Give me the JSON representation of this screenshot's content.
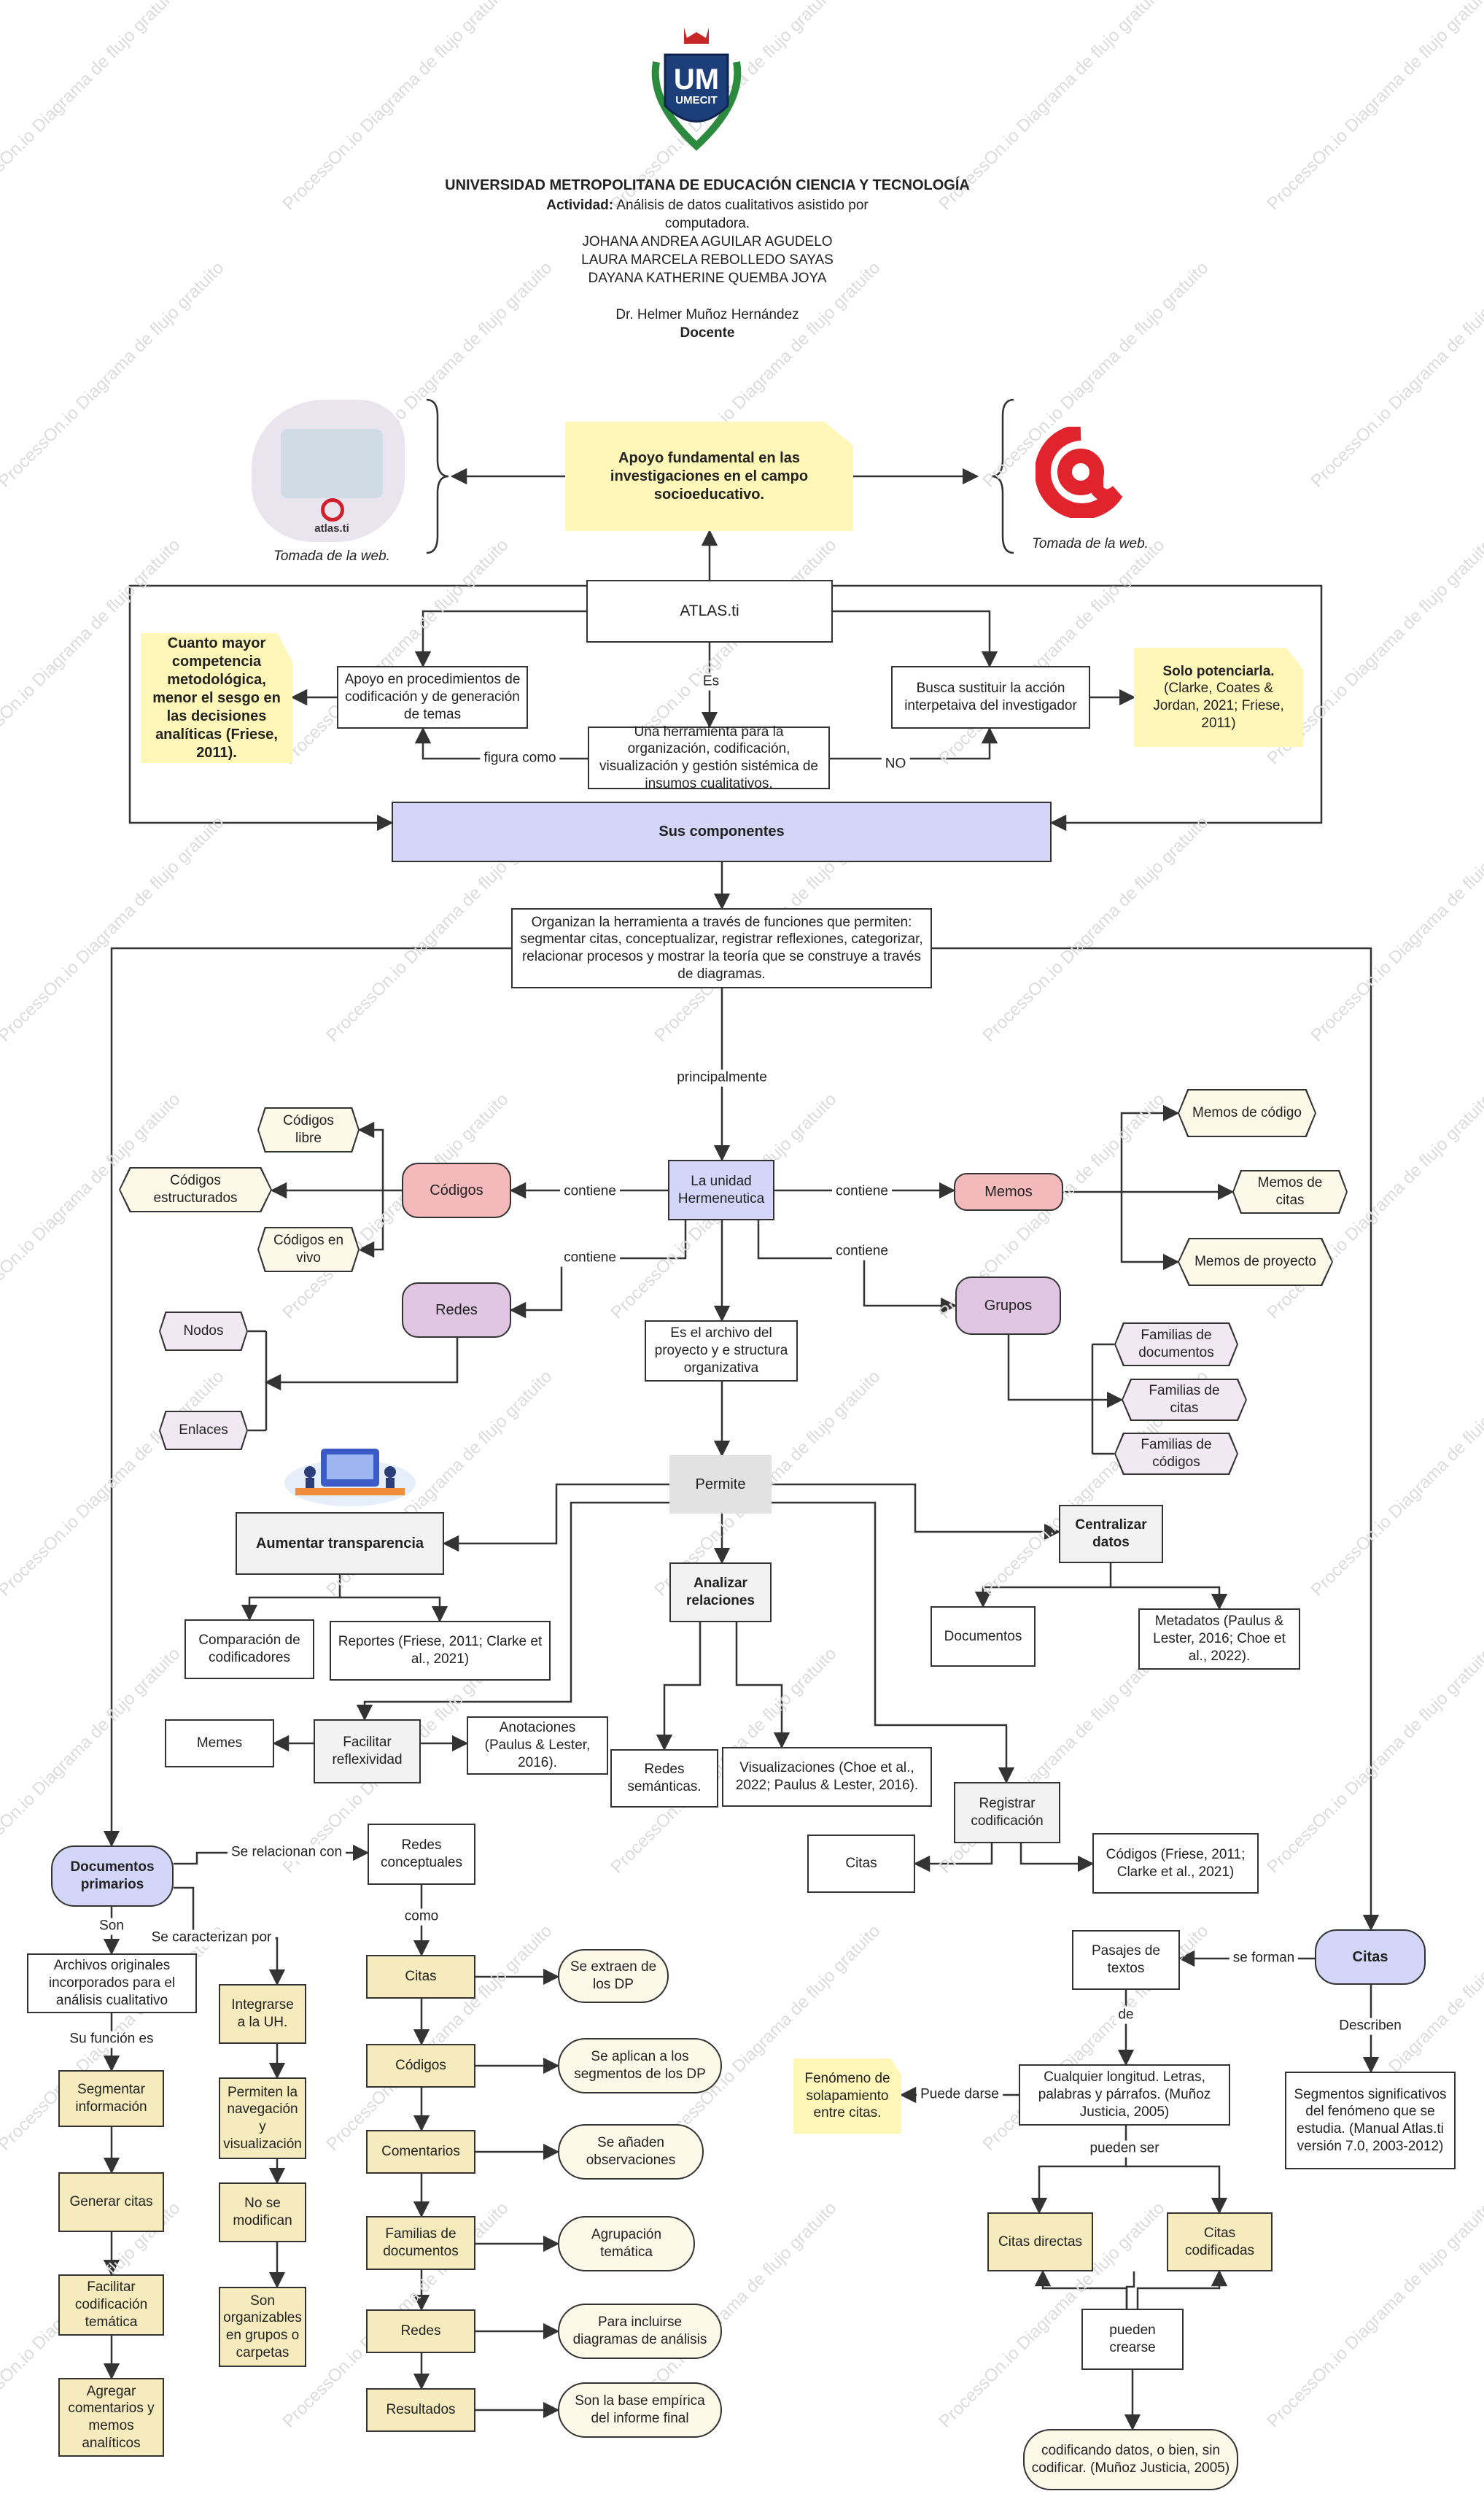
{
  "header": {
    "logo_text": "UMECIT",
    "university": "UNIVERSIDAD METROPOLITANA DE EDUCACIÓN CIENCIA Y TECNOLOGÍA",
    "activity_label": "Actividad:",
    "activity": "Análisis de datos cualitativos asistido por",
    "activity_2": "computadora.",
    "author_1": "JOHANA ANDREA AGUILAR AGUDELO",
    "author_2": "LAURA MARCELA REBOLLEDO SAYAS",
    "author_3": "DAYANA KATHERINE QUEMBA JOYA",
    "teacher": "Dr. Helmer Muñoz Hernández",
    "teacher_role": "Docente"
  },
  "images": {
    "left_caption": "Tomada de la web.",
    "right_caption": "Tomada de la web.",
    "left_logo_text": "atlas.ti"
  },
  "watermark": "ProcessOn.io Diagrama de flujo gratuito",
  "nodes": {
    "apoyo_fundamental": "Apoyo fundamental en las investigaciones en el campo socioeducativo.",
    "atlas": "ATLAS.ti",
    "apoyo_proc": "Apoyo en procedimientos de codificación y de generación de temas",
    "herramienta": "Una herramienta para la organización, codificación, visualización y gestión sistémica de insumos cualitativos.",
    "busca": "Busca sustituir la acción interpetaiva del investigador",
    "cuanto": "Cuanto mayor competencia metodológica, menor el sesgo en las decisiones analíticas (Friese, 2011).",
    "solo_bold": "Solo potenciarla.",
    "solo_cite": "(Clarke, Coates & Jordan, 2021; Friese, 2011)",
    "componentes": "Sus componentes",
    "organizan": "Organizan la herramienta a través de funciones que permiten: segmentar citas, conceptualizar, registrar reflexiones, categorizar, relacionar procesos y mostrar la teoría que se construye a través de diagramas.",
    "unidad": "La unidad Hermeneutica",
    "codigos": "Códigos",
    "memos": "Memos",
    "redes": "Redes",
    "grupos": "Grupos",
    "cod_libre": "Códigos libre",
    "cod_estruct": "Códigos estructurados",
    "cod_vivo": "Códigos en vivo",
    "memo_cod": "Memos de código",
    "memo_citas": "Memos de citas",
    "memo_proy": "Memos de proyecto",
    "nodos": "Nodos",
    "enlaces": "Enlaces",
    "fam_doc": "Familias de documentos",
    "fam_citas": "Familias de citas",
    "fam_cod": "Familias de códigos",
    "archivo": "Es el archivo del proyecto y e structura organizativa",
    "permite": "Permite",
    "aumentar": "Aumentar transparencia",
    "centralizar": "Centralizar datos",
    "analizar": "Analizar relaciones",
    "comparacion": "Comparación de codificadores",
    "reportes": "Reportes (Friese, 2011; Clarke et al., 2021)",
    "documentos_c": "Documentos",
    "metadatos": "Metadatos (Paulus & Lester, 2016; Choe et al., 2022).",
    "memes": "Memes",
    "facilitar_ref": "Facilitar reflexividad",
    "anotaciones": "Anotaciones (Paulus & Lester, 2016).",
    "redes_sem": "Redes semánticas.",
    "visualizaciones": "Visualizaciones (Choe et al., 2022; Paulus & Lester, 2016).",
    "registrar": "Registrar codificación",
    "citas_r": "Citas",
    "codigos_r": "Códigos (Friese, 2011; Clarke et al., 2021)",
    "docs_primarios": "Documentos primarios",
    "redes_conc": "Redes conceptuales",
    "archivos_orig": "Archivos originales incorporados para el análisis cualitativo",
    "segmentar": "Segmentar información",
    "generar": "Generar citas",
    "facilitar_cod": "Facilitar codificación temática",
    "agregar": "Agregar comentarios y memos analíticos",
    "integrarse": "Integrarse a la UH.",
    "permiten_nav": "Permiten la navegación y visualización",
    "no_modif": "No se modifican",
    "son_org": "Son organizables en grupos o carpetas",
    "rc_citas": "Citas",
    "rc_codigos": "Códigos",
    "rc_coment": "Comentarios",
    "rc_familias": "Familias de documentos",
    "rc_redes": "Redes",
    "rc_result": "Resultados",
    "d_extraen": "Se extraen de los DP",
    "d_aplican": "Se aplican a los segmentos de los DP",
    "d_anaden": "Se añaden observaciones",
    "d_agrup": "Agrupación temática",
    "d_incluirse": "Para incluirse diagramas de análisis",
    "d_base": "Son la base empírica del informe final",
    "citas_main": "Citas",
    "pasajes": "Pasajes de textos",
    "longitud": "Cualquier longitud. Letras, palabras y párrafos. (Muñoz Justicia, 2005)",
    "segmentos": "Segmentos significativos del fenómeno que se estudia. (Manual Atlas.ti versión 7.0, 2003-2012)",
    "fenomeno": "Fenómeno de solapamiento entre citas.",
    "citas_dir": "Citas directas",
    "citas_cod": "Citas codificadas",
    "pueden_crearse": "pueden crearse",
    "codificando": "codificando datos, o bien, sin codificar. (Muñoz Justicia, 2005)"
  },
  "labels": {
    "es": "Es",
    "figura": "figura como",
    "no": "NO",
    "principalmente": "principalmente",
    "contiene_1": "contiene",
    "contiene_2": "contiene",
    "contiene_3": "contiene",
    "contiene_4": "contiene",
    "se_relacionan": "Se relacionan con",
    "son": "Son",
    "se_caracterizan": "Se caracterizan por",
    "su_funcion": "Su función es",
    "como": "como",
    "se_forman": "se forman",
    "de": "de",
    "describen": "Describen",
    "puede_darse": "Puede darse",
    "pueden_ser": "pueden ser"
  },
  "colors": {
    "blue": "#d3d6f9",
    "pink": "#f4b9bb",
    "purple": "#e0c6e2",
    "yellow": "#f6ebbd",
    "note": "#fff7b8",
    "gray": "#e2e2e2",
    "line": "#333333"
  }
}
